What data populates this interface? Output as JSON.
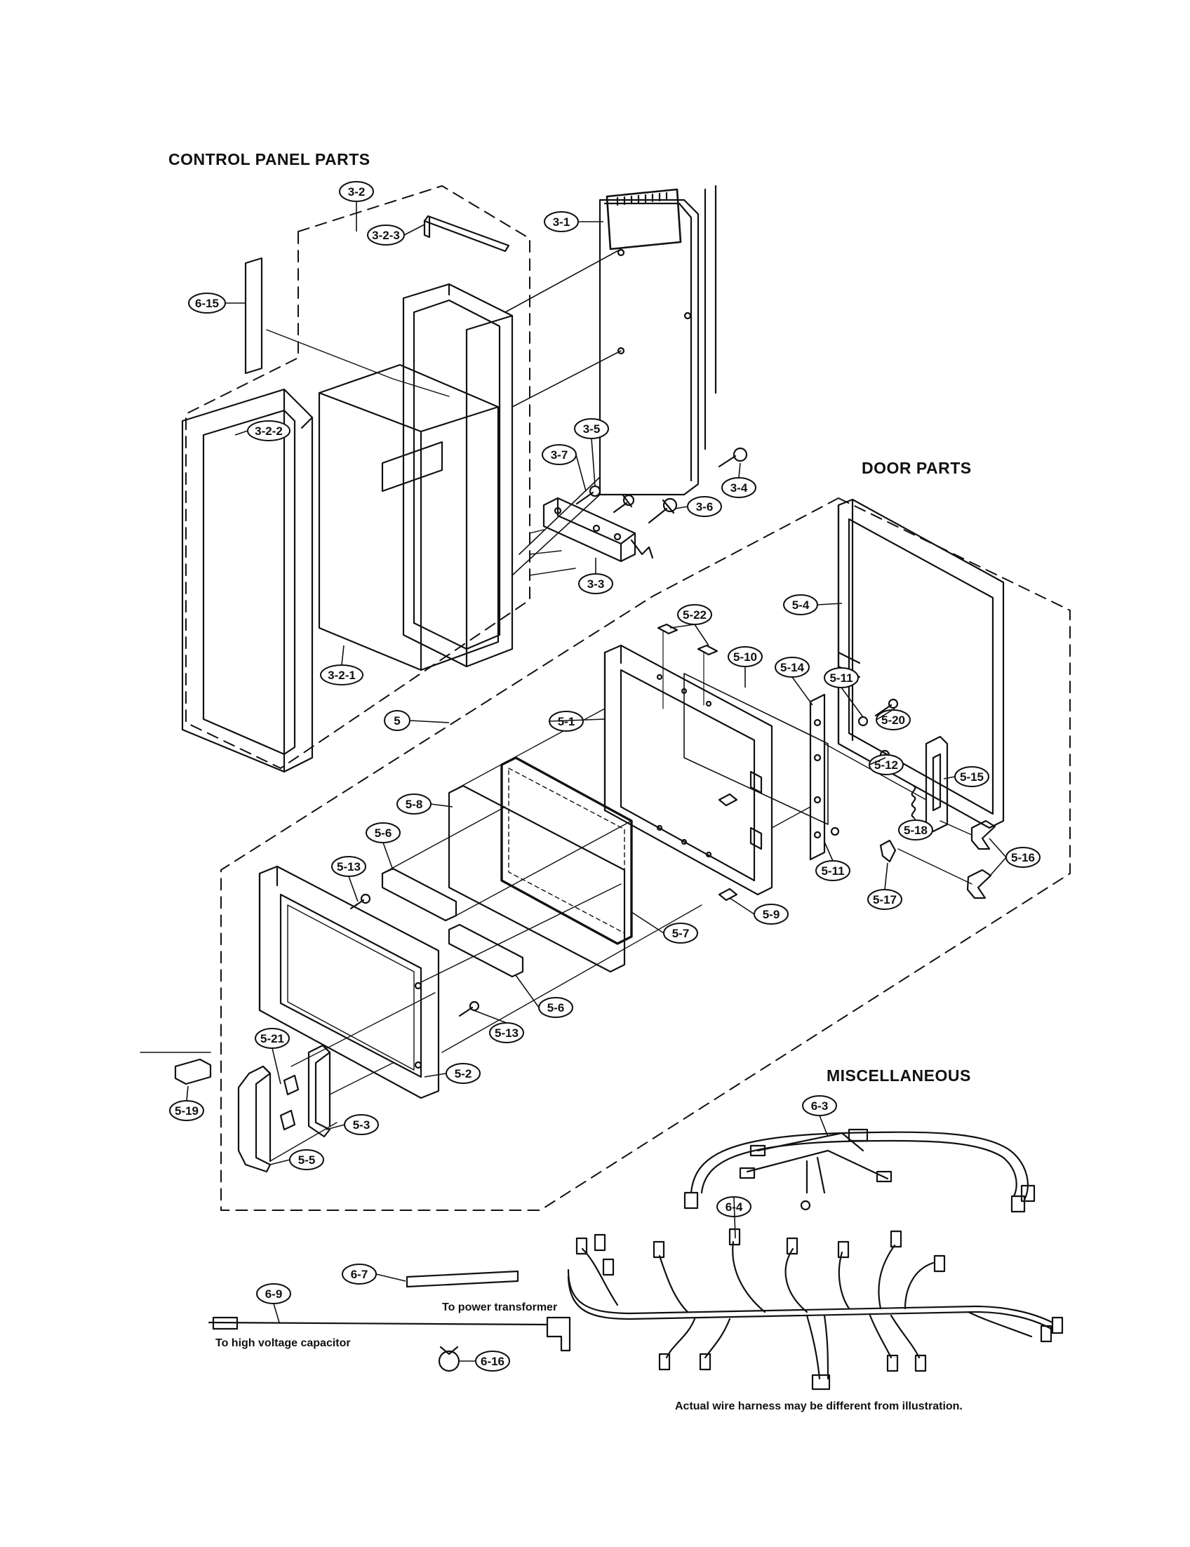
{
  "headings": {
    "control_panel": "CONTROL PANEL PARTS",
    "door": "DOOR PARTS",
    "misc": "MISCELLANEOUS"
  },
  "notes": {
    "power_transformer": "To power transformer",
    "high_voltage_capacitor": "To high voltage capacitor",
    "harness_disclaimer": "Actual wire harness may be different from illustration."
  },
  "callouts": {
    "c3_2": "3-2",
    "c3_2_3": "3-2-3",
    "c3_1": "3-1",
    "c6_15": "6-15",
    "c3_2_2": "3-2-2",
    "c3_5": "3-5",
    "c3_7": "3-7",
    "c3_4": "3-4",
    "c3_6": "3-6",
    "c3_3": "3-3",
    "c3_2_1": "3-2-1",
    "c5_4": "5-4",
    "c5_22": "5-22",
    "c5_10": "5-10",
    "c5_14": "5-14",
    "c5_11a": "5-11",
    "c5_20": "5-20",
    "c5": "5",
    "c5_1": "5-1",
    "c5_12": "5-12",
    "c5_15": "5-15",
    "c5_8": "5-8",
    "c5_18": "5-18",
    "c5_6a": "5-6",
    "c5_16": "5-16",
    "c5_13a": "5-13",
    "c5_11b": "5-11",
    "c5_17": "5-17",
    "c5_9": "5-9",
    "c5_7": "5-7",
    "c5_6b": "5-6",
    "c5_13b": "5-13",
    "c5_21": "5-21",
    "c5_2": "5-2",
    "c5_19": "5-19",
    "c5_3": "5-3",
    "c5_5": "5-5",
    "c6_3": "6-3",
    "c6_4": "6-4",
    "c6_7": "6-7",
    "c6_9": "6-9",
    "c6_16": "6-16"
  }
}
